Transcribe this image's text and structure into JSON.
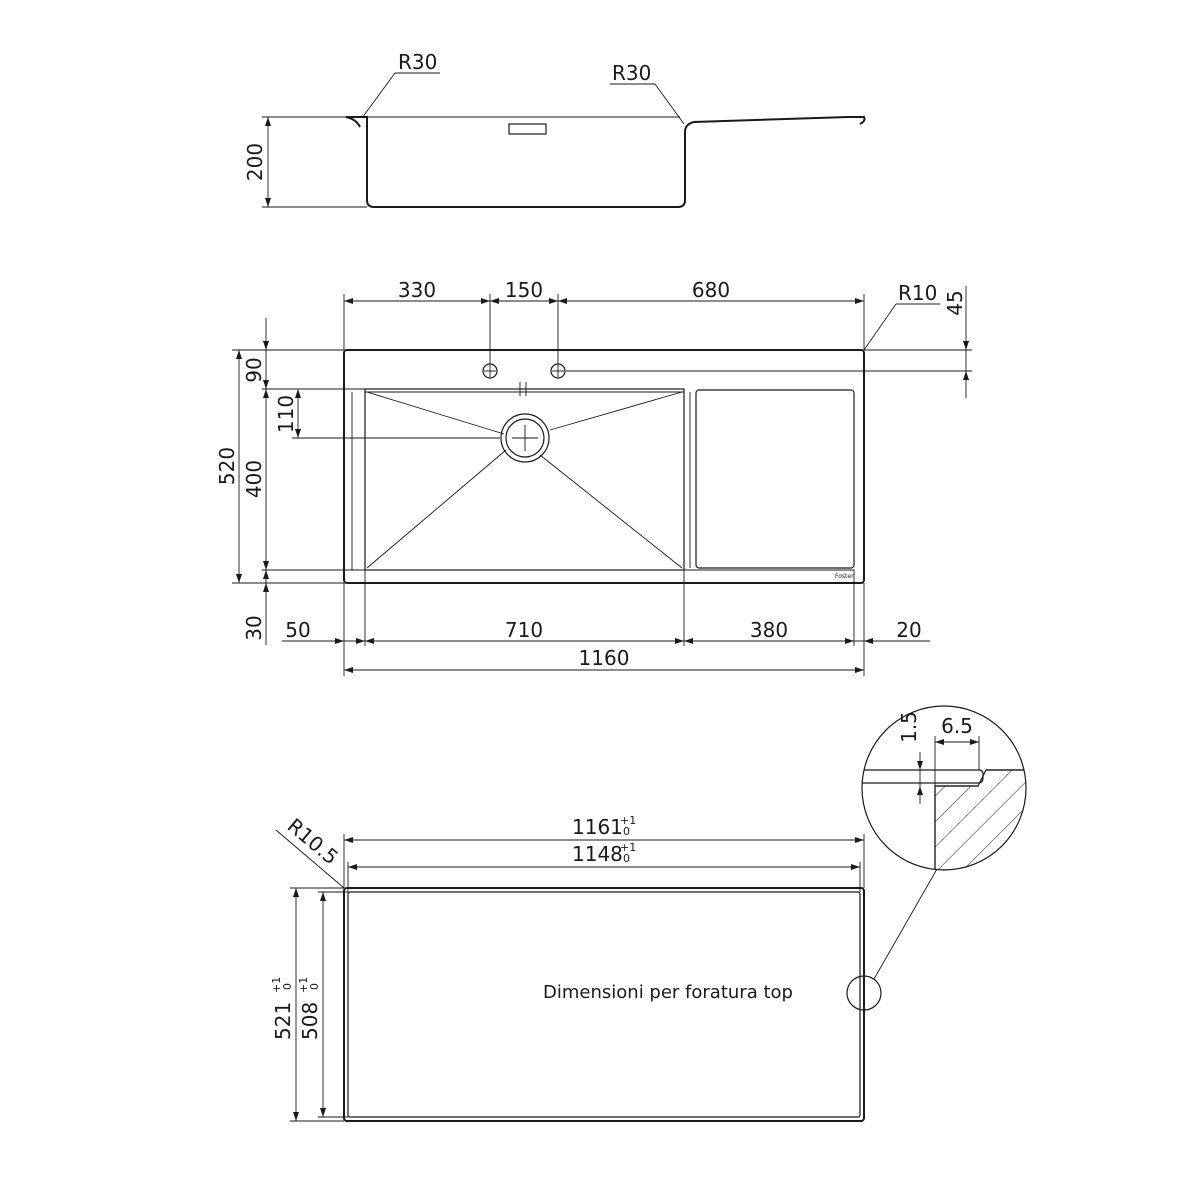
{
  "side_view": {
    "radius_left": "R30",
    "radius_right": "R30",
    "height": "200"
  },
  "top_view": {
    "dim_330": "330",
    "dim_150": "150",
    "dim_680": "680",
    "radius": "R10",
    "dim_45": "45",
    "dim_90": "90",
    "dim_110": "110",
    "dim_520": "520",
    "dim_400": "400",
    "dim_30": "30",
    "dim_50": "50",
    "dim_710": "710",
    "dim_380": "380",
    "dim_20": "20",
    "dim_1160": "1160",
    "brand": "Foster"
  },
  "cutout_view": {
    "radius": "R10.5",
    "outer_width": "1161",
    "inner_width": "1148",
    "outer_height": "521",
    "inner_height": "508",
    "tolerance_upper": "+1",
    "tolerance_lower": "0",
    "caption": "Dimensioni per foratura top"
  },
  "detail_view": {
    "dim_1_5": "1.5",
    "dim_6_5": "6.5"
  }
}
